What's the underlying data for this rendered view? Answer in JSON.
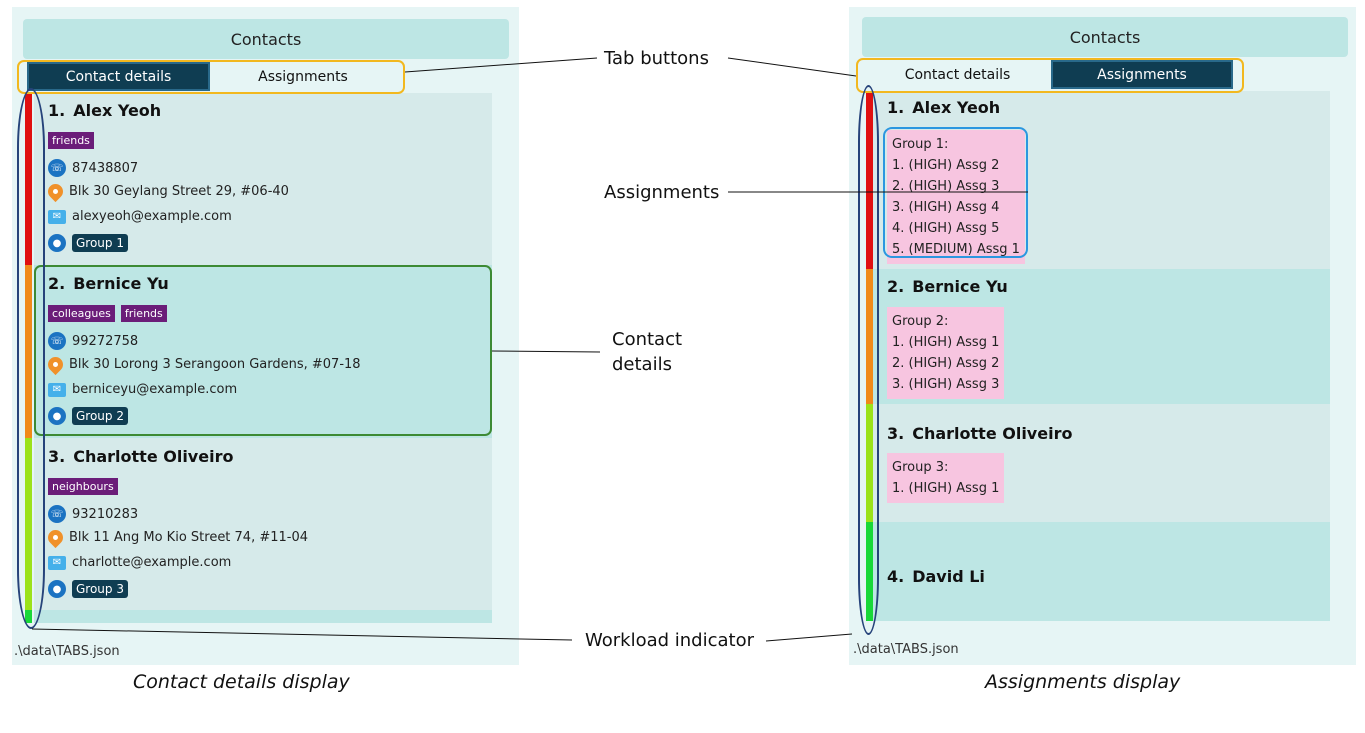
{
  "left_window": {
    "title": "Contacts",
    "tabs": [
      {
        "label": "Contact details",
        "active": true
      },
      {
        "label": "Assignments",
        "active": false
      }
    ],
    "persons": [
      {
        "index": "1.",
        "name": "Alex Yeoh",
        "tags": [
          "friends"
        ],
        "phone": "87438807",
        "address": "Blk 30 Geylang Street 29, #06-40",
        "email": "alexyeoh@example.com",
        "group": "Group 1"
      },
      {
        "index": "2.",
        "name": "Bernice Yu",
        "tags": [
          "colleagues",
          "friends"
        ],
        "phone": "99272758",
        "address": "Blk 30 Lorong 3 Serangoon Gardens, #07-18",
        "email": "berniceyu@example.com",
        "group": "Group 2"
      },
      {
        "index": "3.",
        "name": "Charlotte Oliveiro",
        "tags": [
          "neighbours"
        ],
        "phone": "93210283",
        "address": "Blk 11 Ang Mo Kio Street 74, #11-04",
        "email": "charlotte@example.com",
        "group": "Group 3"
      }
    ],
    "status_bar": ".\\data\\TABS.json"
  },
  "right_window": {
    "title": "Contacts",
    "tabs": [
      {
        "label": "Contact details",
        "active": false
      },
      {
        "label": "Assignments",
        "active": true
      }
    ],
    "persons": [
      {
        "index": "1.",
        "name": "Alex Yeoh",
        "assignments": [
          "Group 1:",
          "1. (HIGH) Assg 2",
          "2. (HIGH) Assg 3",
          "3. (HIGH) Assg 4",
          "4. (HIGH) Assg 5",
          "5. (MEDIUM) Assg 1"
        ]
      },
      {
        "index": "2.",
        "name": "Bernice Yu",
        "assignments": [
          "Group 2:",
          "1. (HIGH) Assg 1",
          "2. (HIGH) Assg 2",
          "3. (HIGH) Assg 3"
        ]
      },
      {
        "index": "3.",
        "name": "Charlotte Oliveiro",
        "assignments": [
          "Group 3:",
          "1. (HIGH) Assg 1"
        ]
      },
      {
        "index": "4.",
        "name": "David Li",
        "assignments": []
      }
    ],
    "status_bar": ".\\data\\TABS.json"
  },
  "workload_colors": [
    "#e01010",
    "#f08a1a",
    "#9be21a",
    "#18d838"
  ],
  "annotations": {
    "tab_buttons": "Tab buttons",
    "assignments": "Assignments",
    "contact_details": "Contact\ndetails",
    "workload_indicator": "Workload indicator"
  },
  "captions": {
    "left": "Contact details display",
    "right": "Assignments display"
  },
  "colors": {
    "tab_highlight": "#f2b81f",
    "assignments_highlight": "#2b97e0",
    "contact_highlight": "#3d8a34",
    "workload_highlight": "#26437a",
    "tag": "#6b1d79",
    "assignment_box": "#f7c5e0"
  }
}
